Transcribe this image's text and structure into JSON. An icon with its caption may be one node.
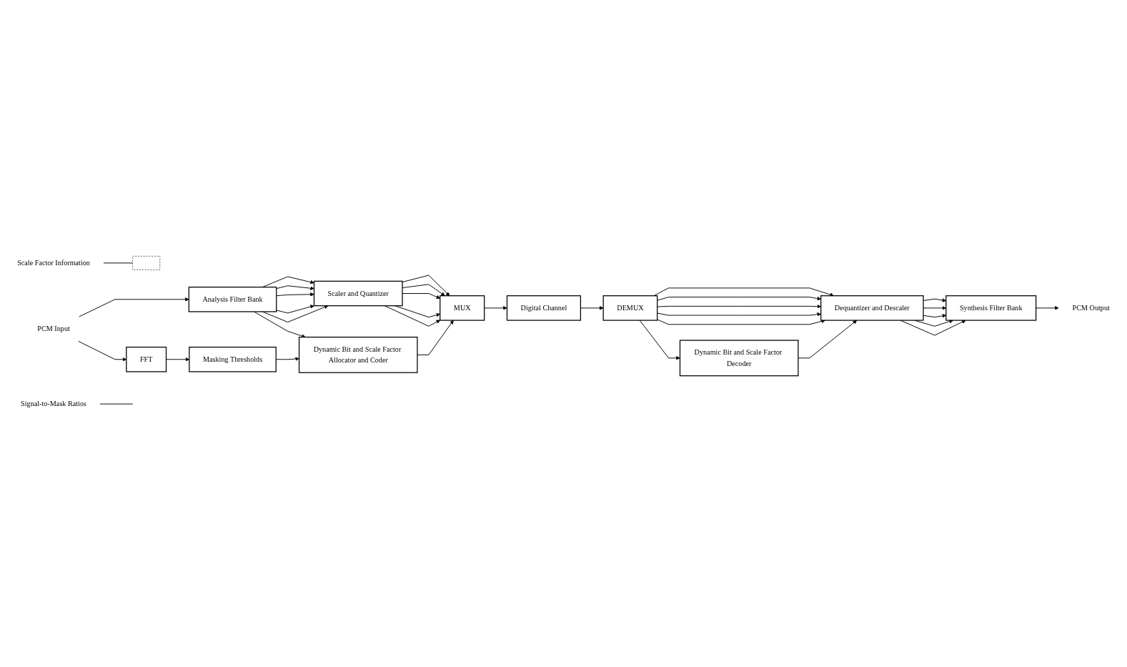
{
  "diagram": {
    "nodes": [
      {
        "text": [
          "PCM Input"
        ]
      },
      {
        "text": [
          "Analysis Filter Bank"
        ]
      },
      {
        "text": [
          "FFT"
        ]
      },
      {
        "text": [
          "Masking Thresholds"
        ]
      },
      {
        "text": [
          "Scaler and Quantizer"
        ]
      },
      {
        "text": [
          "Dynamic Bit and Scale Factor Allocator and Coder"
        ]
      },
      {
        "text": [
          "MUX"
        ]
      },
      {
        "text": [
          "Digital Channel"
        ]
      },
      {
        "text": [
          "DEMUX"
        ]
      },
      {
        "text": [
          "Dequantizer and Descaler"
        ]
      },
      {
        "text": [
          "Dynamic Bit and Scale Factor Decoder"
        ]
      },
      {
        "text": [
          "Synthesis Filter Bank"
        ]
      },
      {
        "text": [
          "PCM Output"
        ]
      },
      {
        "text": [
          "Scale Factor Information"
        ]
      },
      {
        "text": [],
        "shape": "box"
      },
      {
        "text": [
          "Signal-to-Mask Ratios"
        ]
      }
    ],
    "edges": [
      {
        "from": 0,
        "to": 1,
        "arrow": "to"
      },
      {
        "from": 0,
        "to": 2,
        "arrow": "to"
      },
      {
        "from": 1,
        "to": 4,
        "arrow": "to"
      },
      {
        "from": 1,
        "to": 4,
        "arrow": "to"
      },
      {
        "from": 1,
        "to": 4,
        "arrow": "to"
      },
      {
        "from": 1,
        "to": 4,
        "arrow": "to"
      },
      {
        "from": 1,
        "to": 4,
        "arrow": "to"
      },
      {
        "from": 1,
        "to": 5,
        "arrow": "to"
      },
      {
        "from": 13,
        "to": 14,
        "arrow": "none"
      },
      {
        "from": 2,
        "to": 3,
        "arrow": "to"
      },
      {
        "from": 3,
        "to": 5,
        "arrow": "to"
      },
      {
        "from": 15,
        "to": null,
        "arrow": "none"
      },
      {
        "from": 4,
        "to": 6,
        "arrow": "to"
      },
      {
        "from": 4,
        "to": 6,
        "arrow": "to"
      },
      {
        "from": 4,
        "to": 6,
        "arrow": "to"
      },
      {
        "from": 4,
        "to": 6,
        "arrow": "to"
      },
      {
        "from": 4,
        "to": 6,
        "arrow": "to"
      },
      {
        "from": 5,
        "to": 6,
        "arrow": "to"
      },
      {
        "from": 6,
        "to": 7,
        "arrow": "to"
      },
      {
        "from": 7,
        "to": 8,
        "arrow": "to"
      },
      {
        "from": 8,
        "to": 9,
        "arrow": "to"
      },
      {
        "from": 8,
        "to": 9,
        "arrow": "to"
      },
      {
        "from": 8,
        "to": 9,
        "arrow": "to"
      },
      {
        "from": 8,
        "to": 9,
        "arrow": "to"
      },
      {
        "from": 8,
        "to": 9,
        "arrow": "to"
      },
      {
        "from": 8,
        "to": 10,
        "arrow": "to"
      },
      {
        "from": 10,
        "to": 9,
        "arrow": "to"
      },
      {
        "from": 9,
        "to": 11,
        "arrow": "to"
      },
      {
        "from": 9,
        "to": 11,
        "arrow": "to"
      },
      {
        "from": 9,
        "to": 11,
        "arrow": "to"
      },
      {
        "from": 9,
        "to": 11,
        "arrow": "to"
      },
      {
        "from": 9,
        "to": 11,
        "arrow": "to"
      },
      {
        "from": 11,
        "to": 12,
        "arrow": "to"
      }
    ]
  }
}
